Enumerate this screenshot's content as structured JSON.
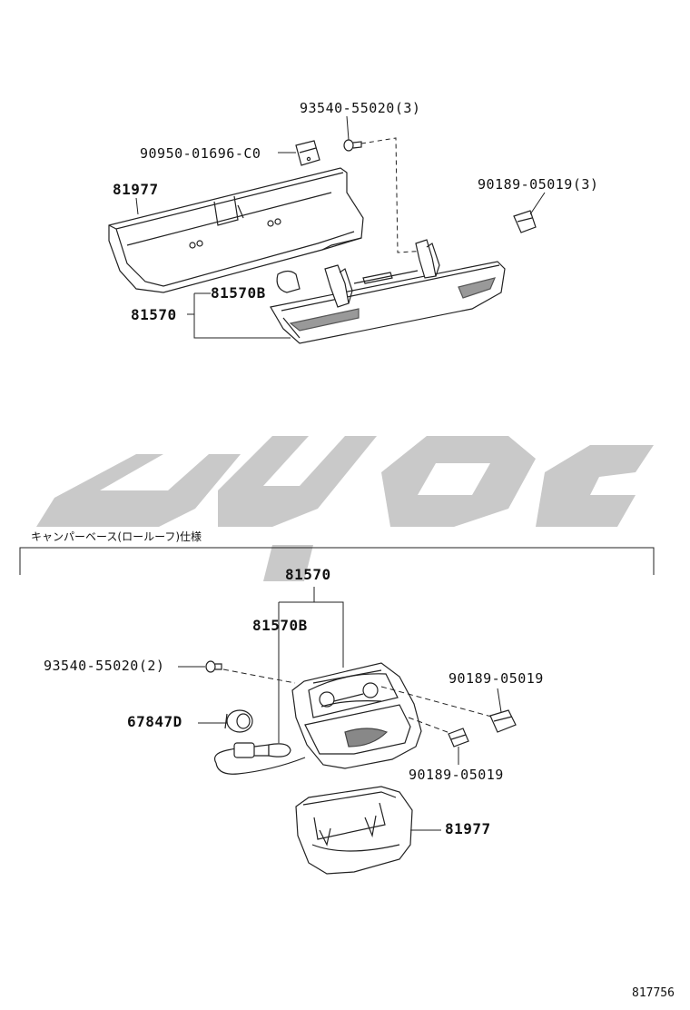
{
  "top_section": {
    "labels": {
      "p93540_3": "93540-55020(3)",
      "p90950": "90950-01696-C0",
      "p90189_3": "90189-05019(3)",
      "p81977": "81977",
      "p81570B": "81570B",
      "p81570": "81570"
    }
  },
  "watermark": {
    "text": "تويوتا"
  },
  "bottom_section": {
    "caption": "キャンパーベース(ロールーフ)仕様",
    "labels": {
      "p81570": "81570",
      "p81570B": "81570B",
      "p93540_2": "93540-55020(2)",
      "p90189_right": "90189-05019",
      "p67847D": "67847D",
      "p90189_lower": "90189-05019",
      "p81977": "81977"
    }
  },
  "reference_number": "817756"
}
